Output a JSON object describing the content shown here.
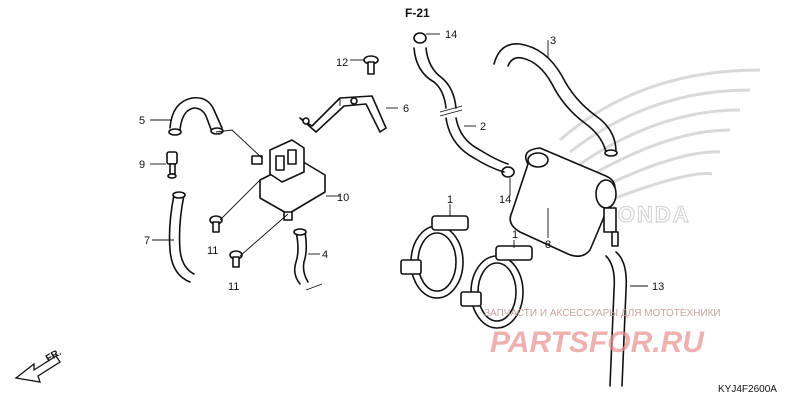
{
  "diagram": {
    "reference": "F-21",
    "drawing_code": "KYJ4F2600A",
    "direction_label": "FR.",
    "callouts": {
      "c1a": "1",
      "c1b": "1",
      "c2": "2",
      "c3": "3",
      "c4": "4",
      "c5": "5",
      "c6": "6",
      "c7": "7",
      "c8": "8",
      "c9": "9",
      "c10": "10",
      "c11a": "11",
      "c11b": "11",
      "c12": "12",
      "c13": "13",
      "c14a": "14",
      "c14b": "14"
    }
  },
  "watermark": {
    "caption": "ЗАПЧАСТИ И АКСЕССУАРЫ ДЛЯ МОТОТЕХНИКИ",
    "logo": "PARTSFOR.RU",
    "brand": "HONDA",
    "logo_color": "#e88f8f"
  }
}
